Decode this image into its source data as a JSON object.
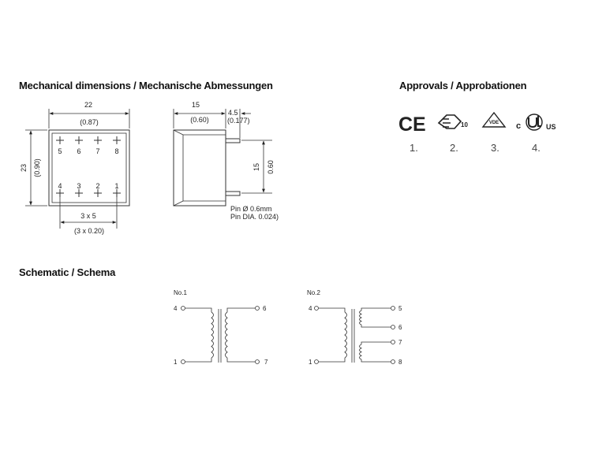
{
  "headings": {
    "mechanical": "Mechanical dimensions / Mechanische Abmessungen",
    "approvals": "Approvals / Approbationen",
    "schematic": "Schematic / Schema"
  },
  "front_view": {
    "width_mm": "22",
    "width_in": "(0.87)",
    "height_mm": "23",
    "height_in": "(0.90)",
    "pitch_mm": "3 x 5",
    "pitch_in": "(3 x 0.20)",
    "top_pins": [
      "5",
      "6",
      "7",
      "8"
    ],
    "bottom_pins": [
      "4",
      "3",
      "2",
      "1"
    ]
  },
  "side_view": {
    "depth_mm": "15",
    "depth_in": "(0.60)",
    "pin_mm": "4.5",
    "pin_in": "(0.177)",
    "spacing_mm": "15",
    "spacing_in": "0.60",
    "pin_note_1": "Pin Ø 0.6mm",
    "pin_note_2": "Pin DIA. 0.024)"
  },
  "approvals": {
    "marks": [
      "CE",
      "10",
      "VDE",
      "c",
      "US"
    ],
    "numbers": [
      "1.",
      "2.",
      "3.",
      "4."
    ]
  },
  "schematic": {
    "no1": {
      "label": "No.1",
      "pins": [
        "4",
        "1",
        "6",
        "7"
      ]
    },
    "no2": {
      "label": "No.2",
      "pins": [
        "4",
        "1",
        "5",
        "6",
        "7",
        "8"
      ]
    }
  }
}
